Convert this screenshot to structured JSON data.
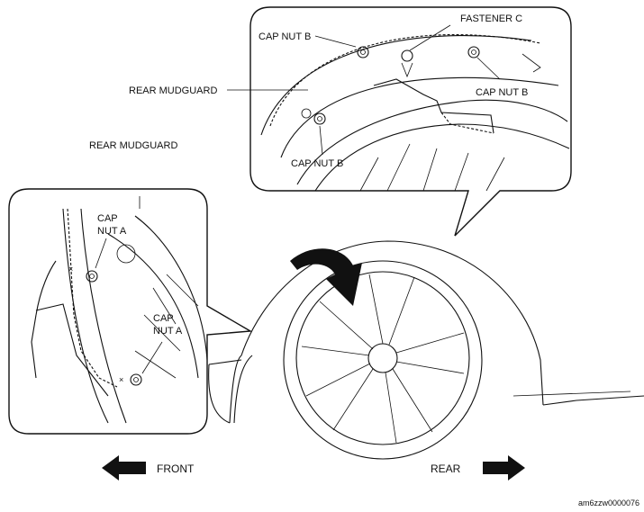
{
  "labels": {
    "cap_nut_b_top_left": "CAP NUT B",
    "fastener_c": "FASTENER C",
    "cap_nut_b_top_right": "CAP NUT B",
    "cap_nut_b_bottom": "CAP NUT B",
    "rear_mudguard_top": "REAR MUDGUARD",
    "rear_mudguard_left": "REAR MUDGUARD",
    "cap_nut_a_upper_line1": "CAP",
    "cap_nut_a_upper_line2": "NUT A",
    "cap_nut_a_lower_line1": "CAP",
    "cap_nut_a_lower_line2": "NUT A"
  },
  "directions": {
    "front": "FRONT",
    "rear": "REAR"
  },
  "figure_code": "am6zzw0000076",
  "colors": {
    "line": "#111111",
    "arrow_fill": "#111111",
    "background": "#ffffff"
  }
}
